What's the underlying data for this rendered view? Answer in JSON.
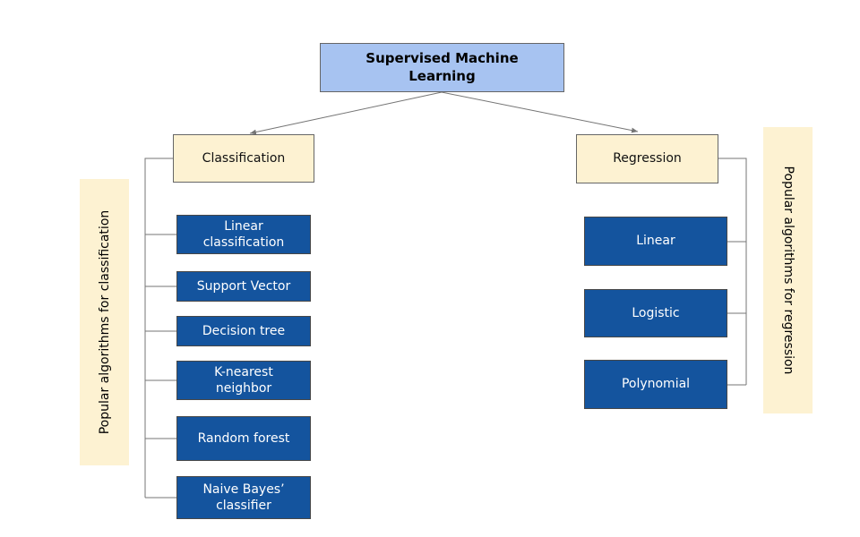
{
  "diagram": {
    "root": {
      "label": "Supervised Machine\nLearning"
    },
    "branches": {
      "classification": {
        "label": "Classification"
      },
      "regression": {
        "label": "Regression"
      }
    },
    "classification_algorithms": [
      {
        "label": "Linear\nclassification"
      },
      {
        "label": "Support Vector"
      },
      {
        "label": "Decision tree"
      },
      {
        "label": "K-nearest\nneighbor"
      },
      {
        "label": "Random forest"
      },
      {
        "label": "Naive Bayes’\nclassifier"
      }
    ],
    "regression_algorithms": [
      {
        "label": "Linear"
      },
      {
        "label": "Logistic"
      },
      {
        "label": "Polynomial"
      }
    ],
    "side_labels": {
      "left": "Popular algorithms for classification",
      "right": "Popular algorithms for regression"
    },
    "colors": {
      "root_fill": "#a7c3f1",
      "branch_fill": "#fdf2d2",
      "algorithm_fill": "#14549e",
      "algorithm_text": "#ffffff",
      "algorithm_border": "#474747",
      "box_border": "#666666",
      "connector": "#757575"
    }
  }
}
